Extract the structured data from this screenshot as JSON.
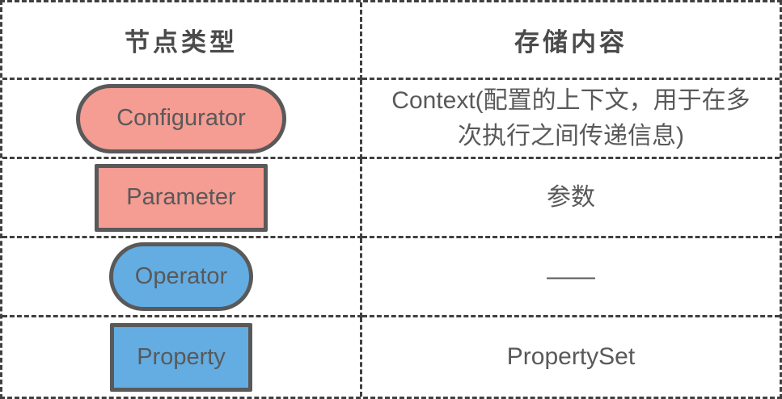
{
  "table": {
    "headers": [
      {
        "label": "节点类型"
      },
      {
        "label": "存储内容"
      }
    ],
    "rows": [
      {
        "node_type": "Configurator",
        "shape": "pill",
        "fill": "pink",
        "content": "Context(配置的上下文，用于在多次执行之间传递信息)"
      },
      {
        "node_type": "Parameter",
        "shape": "rect",
        "fill": "pink",
        "content": "参数"
      },
      {
        "node_type": "Operator",
        "shape": "pill",
        "fill": "blue",
        "content": "——"
      },
      {
        "node_type": "Property",
        "shape": "rect",
        "fill": "blue",
        "content": "PropertySet"
      }
    ]
  },
  "colors": {
    "pink": "#F59C93",
    "blue": "#63ADE3",
    "shape_border": "#595959",
    "text": "#595959",
    "table_border": "#404040"
  }
}
